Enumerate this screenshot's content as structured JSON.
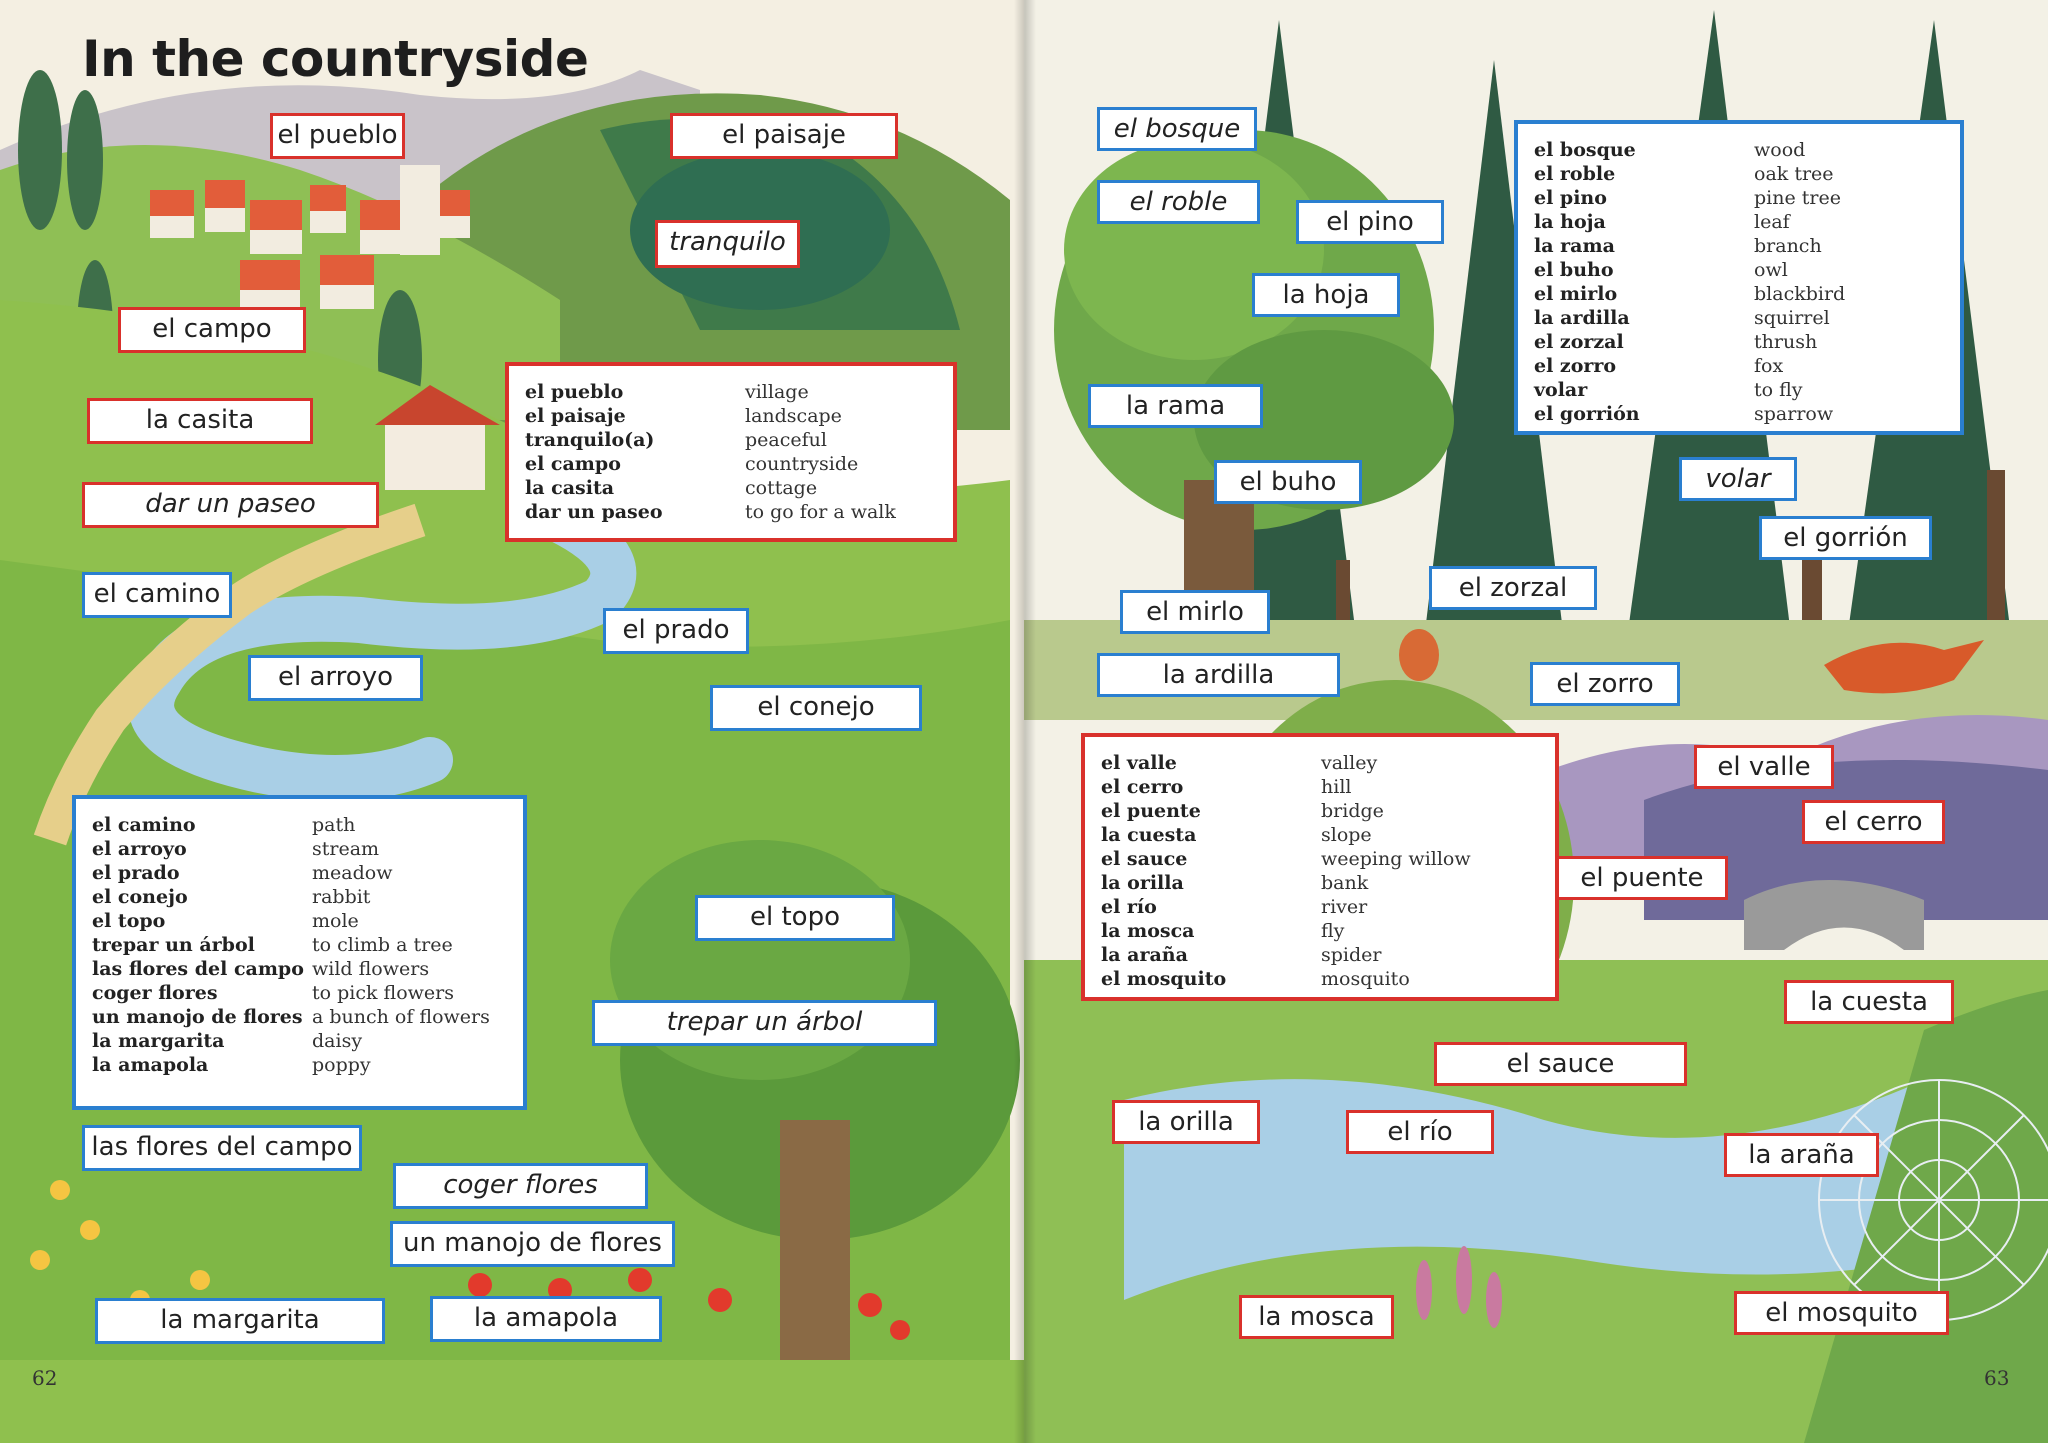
{
  "title": "In the countryside",
  "page_numbers": {
    "left": "62",
    "right": "63"
  },
  "colors": {
    "red_border": "#d9312b",
    "blue_border": "#2a7fd0",
    "grass": "#7fb746",
    "sky": "#f4efe2",
    "water": "#a9cfe6"
  },
  "left_labels": [
    "el pueblo",
    "el paisaje",
    "tranquilo",
    "el campo",
    "la casita",
    "dar un paseo",
    "el camino",
    "el prado",
    "el arroyo",
    "el conejo",
    "el topo",
    "trepar un árbol",
    "las flores del campo",
    "coger flores",
    "un manojo de flores",
    "la margarita",
    "la amapola"
  ],
  "right_labels": [
    "el bosque",
    "el roble",
    "el pino",
    "la hoja",
    "la rama",
    "el buho",
    "volar",
    "el gorrión",
    "el zorzal",
    "el mirlo",
    "la ardilla",
    "el zorro",
    "el valle",
    "el cerro",
    "el puente",
    "la cuesta",
    "el sauce",
    "la orilla",
    "el río",
    "la araña",
    "la mosca",
    "el mosquito"
  ],
  "vocab_village": [
    {
      "es": "el pueblo",
      "en": "village"
    },
    {
      "es": "el paisaje",
      "en": "landscape"
    },
    {
      "es": "tranquilo(a)",
      "en": "peaceful"
    },
    {
      "es": "el campo",
      "en": "countryside"
    },
    {
      "es": "la casita",
      "en": "cottage"
    },
    {
      "es": "dar un paseo",
      "en": "to go for a walk"
    }
  ],
  "vocab_meadow": [
    {
      "es": "el camino",
      "en": "path"
    },
    {
      "es": "el arroyo",
      "en": "stream"
    },
    {
      "es": "el prado",
      "en": "meadow"
    },
    {
      "es": "el conejo",
      "en": "rabbit"
    },
    {
      "es": "el topo",
      "en": "mole"
    },
    {
      "es": "trepar un árbol",
      "en": "to climb a tree"
    },
    {
      "es": "las flores del campo",
      "en": "wild flowers"
    },
    {
      "es": "coger flores",
      "en": "to pick flowers"
    },
    {
      "es": "un manojo de flores",
      "en": "a bunch of flowers"
    },
    {
      "es": "la margarita",
      "en": "daisy"
    },
    {
      "es": "la amapola",
      "en": "poppy"
    }
  ],
  "vocab_forest": [
    {
      "es": "el bosque",
      "en": "wood"
    },
    {
      "es": "el roble",
      "en": "oak tree"
    },
    {
      "es": "el pino",
      "en": "pine tree"
    },
    {
      "es": "la hoja",
      "en": "leaf"
    },
    {
      "es": "la rama",
      "en": "branch"
    },
    {
      "es": "el buho",
      "en": "owl"
    },
    {
      "es": "el mirlo",
      "en": "blackbird"
    },
    {
      "es": "la ardilla",
      "en": "squirrel"
    },
    {
      "es": "el zorzal",
      "en": "thrush"
    },
    {
      "es": "el zorro",
      "en": "fox"
    },
    {
      "es": "volar",
      "en": "to fly"
    },
    {
      "es": "el gorrión",
      "en": "sparrow"
    }
  ],
  "vocab_valley": [
    {
      "es": "el valle",
      "en": "valley"
    },
    {
      "es": "el cerro",
      "en": "hill"
    },
    {
      "es": "el puente",
      "en": "bridge"
    },
    {
      "es": "la cuesta",
      "en": "slope"
    },
    {
      "es": "el sauce",
      "en": "weeping willow"
    },
    {
      "es": "la orilla",
      "en": "bank"
    },
    {
      "es": "el río",
      "en": "river"
    },
    {
      "es": "la mosca",
      "en": "fly"
    },
    {
      "es": "la araña",
      "en": "spider"
    },
    {
      "es": "el mosquito",
      "en": "mosquito"
    }
  ]
}
